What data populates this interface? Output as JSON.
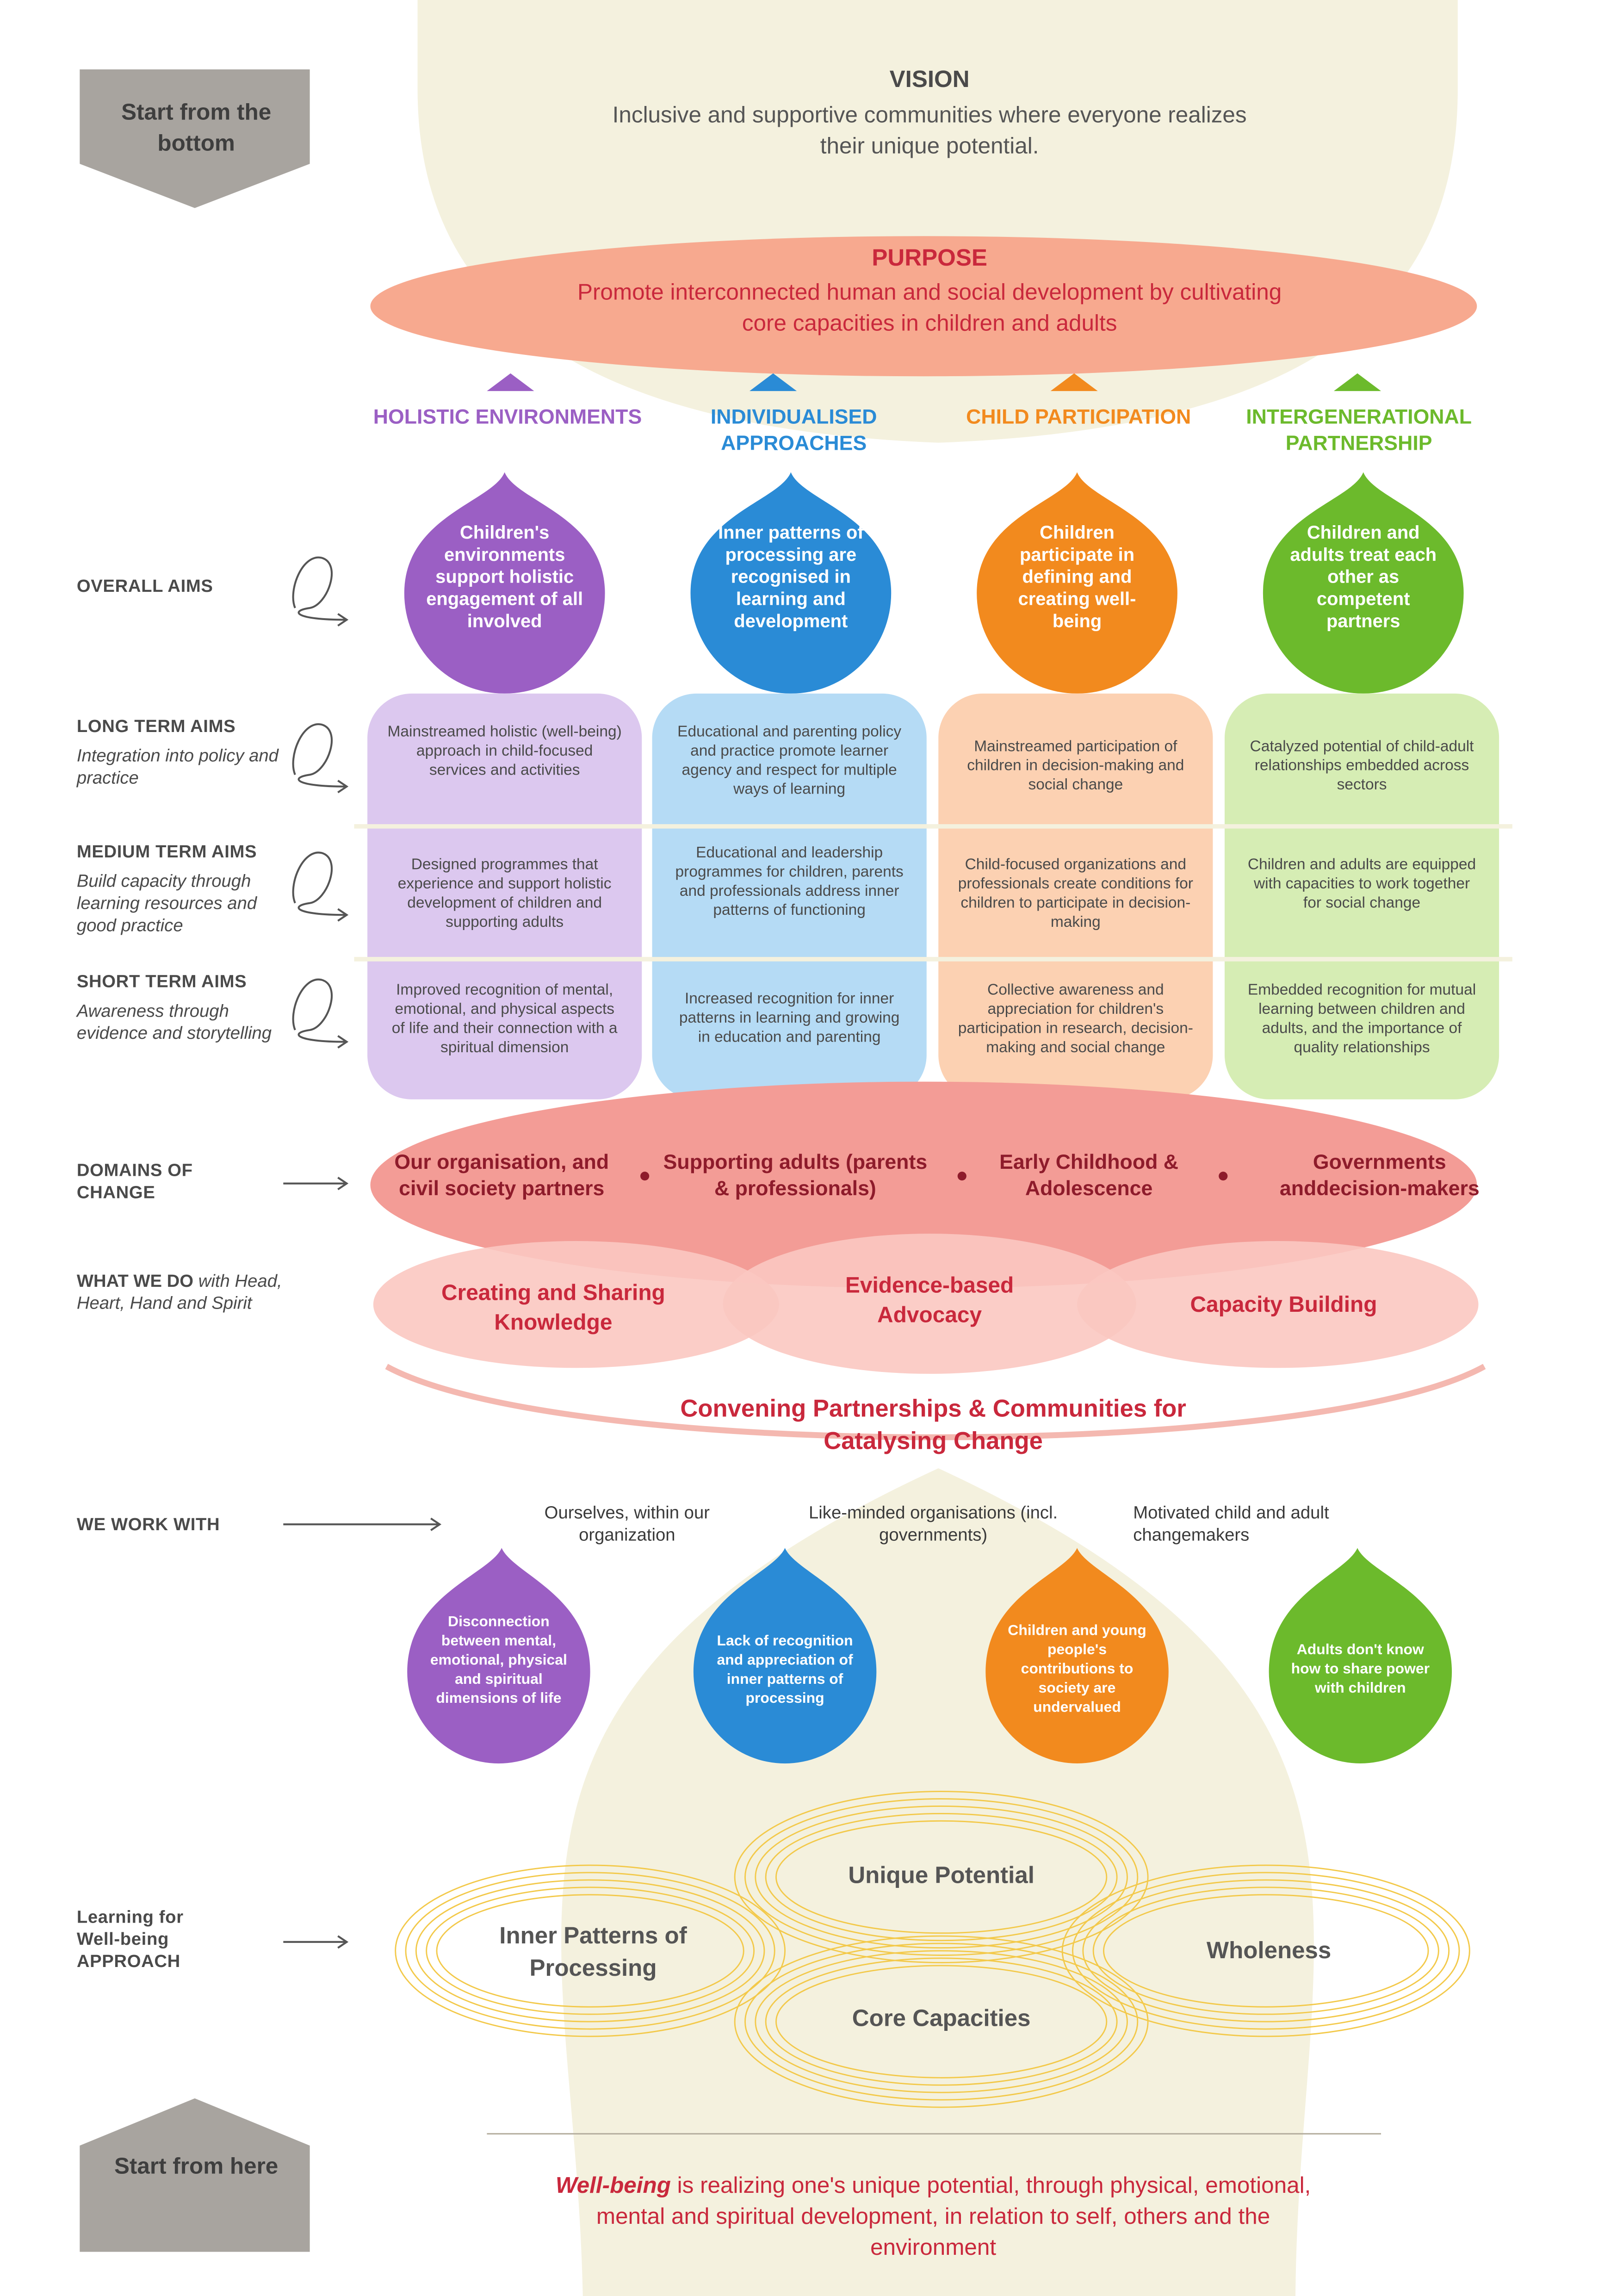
{
  "start_top": "Start from the bottom",
  "start_bottom": "Start from here",
  "vision": {
    "title": "VISION",
    "text": "Inclusive and supportive communities where everyone realizes their unique potential."
  },
  "purpose": {
    "title": "PURPOSE",
    "text": "Promote interconnected human and social development by cultivating core capacities in children and adults"
  },
  "pillars": [
    {
      "title": "HOLISTIC ENVIRONMENTS",
      "color": "#9b5fc4",
      "overall": "Children's environments support holistic engagement of all involved",
      "long": "Mainstreamed holistic (well-being) approach in child-focused services and activities",
      "medium": "Designed programmes that experience and support holistic development of children and supporting adults",
      "short": "Improved recognition of mental, emotional, and physical aspects of life and their connection with a spiritual dimension"
    },
    {
      "title": "INDIVIDUALISED APPROACHES",
      "color": "#2a8bd6",
      "overall": "Inner patterns of processing are recognised in learning and development",
      "long": "Educational and parenting policy and practice promote learner agency and respect for multiple ways of learning",
      "medium": "Educational and leadership programmes for children, parents and professionals address inner patterns of functioning",
      "short": "Increased recognition for inner patterns in learning and growing in education and parenting"
    },
    {
      "title": "CHILD PARTICIPATION",
      "color": "#f28a1e",
      "overall": "Children participate in defining and creating well-being",
      "long": "Mainstreamed participation of children in decision-making and social change",
      "medium": "Child-focused organizations and professionals create conditions for children to participate in decision-making",
      "short": "Collective awareness and appreciation for children's participation in research, decision-making and social change"
    },
    {
      "title": "INTERGENERATIONAL PARTNERSHIP",
      "color": "#6cba2c",
      "overall": "Children and adults treat each other as competent partners",
      "long": "Catalyzed potential of child-adult relationships embedded across sectors",
      "medium": "Children and adults are equipped with capacities to work together for social change",
      "short": "Embedded recognition for mutual learning between children and adults, and the importance of quality relationships"
    }
  ],
  "rows": {
    "overall": "OVERALL AIMS",
    "long": "LONG TERM AIMS",
    "long_sub": "Integration into policy and practice",
    "medium": "MEDIUM TERM AIMS",
    "medium_sub": "Build capacity through learning resources and good practice",
    "short": "SHORT TERM AIMS",
    "short_sub": "Awareness through evidence and storytelling",
    "domains": "DOMAINS OF CHANGE",
    "what_bold": "WHAT WE DO",
    "what_italic": "with",
    "what_sub": "Head, Heart, Hand and Spirit",
    "work_with": "WE WORK WITH",
    "lfw": "Learning for Well-being APPROACH"
  },
  "domains": [
    "Our organisation, and civil society partners",
    "Supporting adults (parents & professionals)",
    "Early Childhood & Adolescence",
    "Governments anddecision-makers"
  ],
  "what_we_do": [
    "Creating and Sharing Knowledge",
    "Evidence-based Advocacy",
    "Capacity Building"
  ],
  "convening": "Convening Partnerships & Communities for Catalysing Change",
  "work_with": [
    "Ourselves, within our organization",
    "Like-minded organisations (incl. governments)",
    "Motivated child and adult changemakers"
  ],
  "challenges": [
    "Disconnection between mental, emotional, physical and spiritual dimensions of life",
    "Lack of recognition and appreciation of inner patterns of processing",
    "Children and young people's contributions to society are undervalued",
    "Adults don't know how to share power with children"
  ],
  "lfw_approach": [
    "Unique Potential",
    "Inner Patterns of Processing",
    "Wholeness",
    "Core Capacities"
  ],
  "wellbeing": {
    "term": "Well-being",
    "text": "is realizing one's unique potential, through physical, emotional, mental and spiritual development, in relation to self, others and the environment"
  },
  "colors": {
    "purpose": "#f7a98f",
    "domains": "#f39c96",
    "red_text": "#c9283c",
    "cream": "#f4f1de",
    "ring": "#f3c94a"
  }
}
